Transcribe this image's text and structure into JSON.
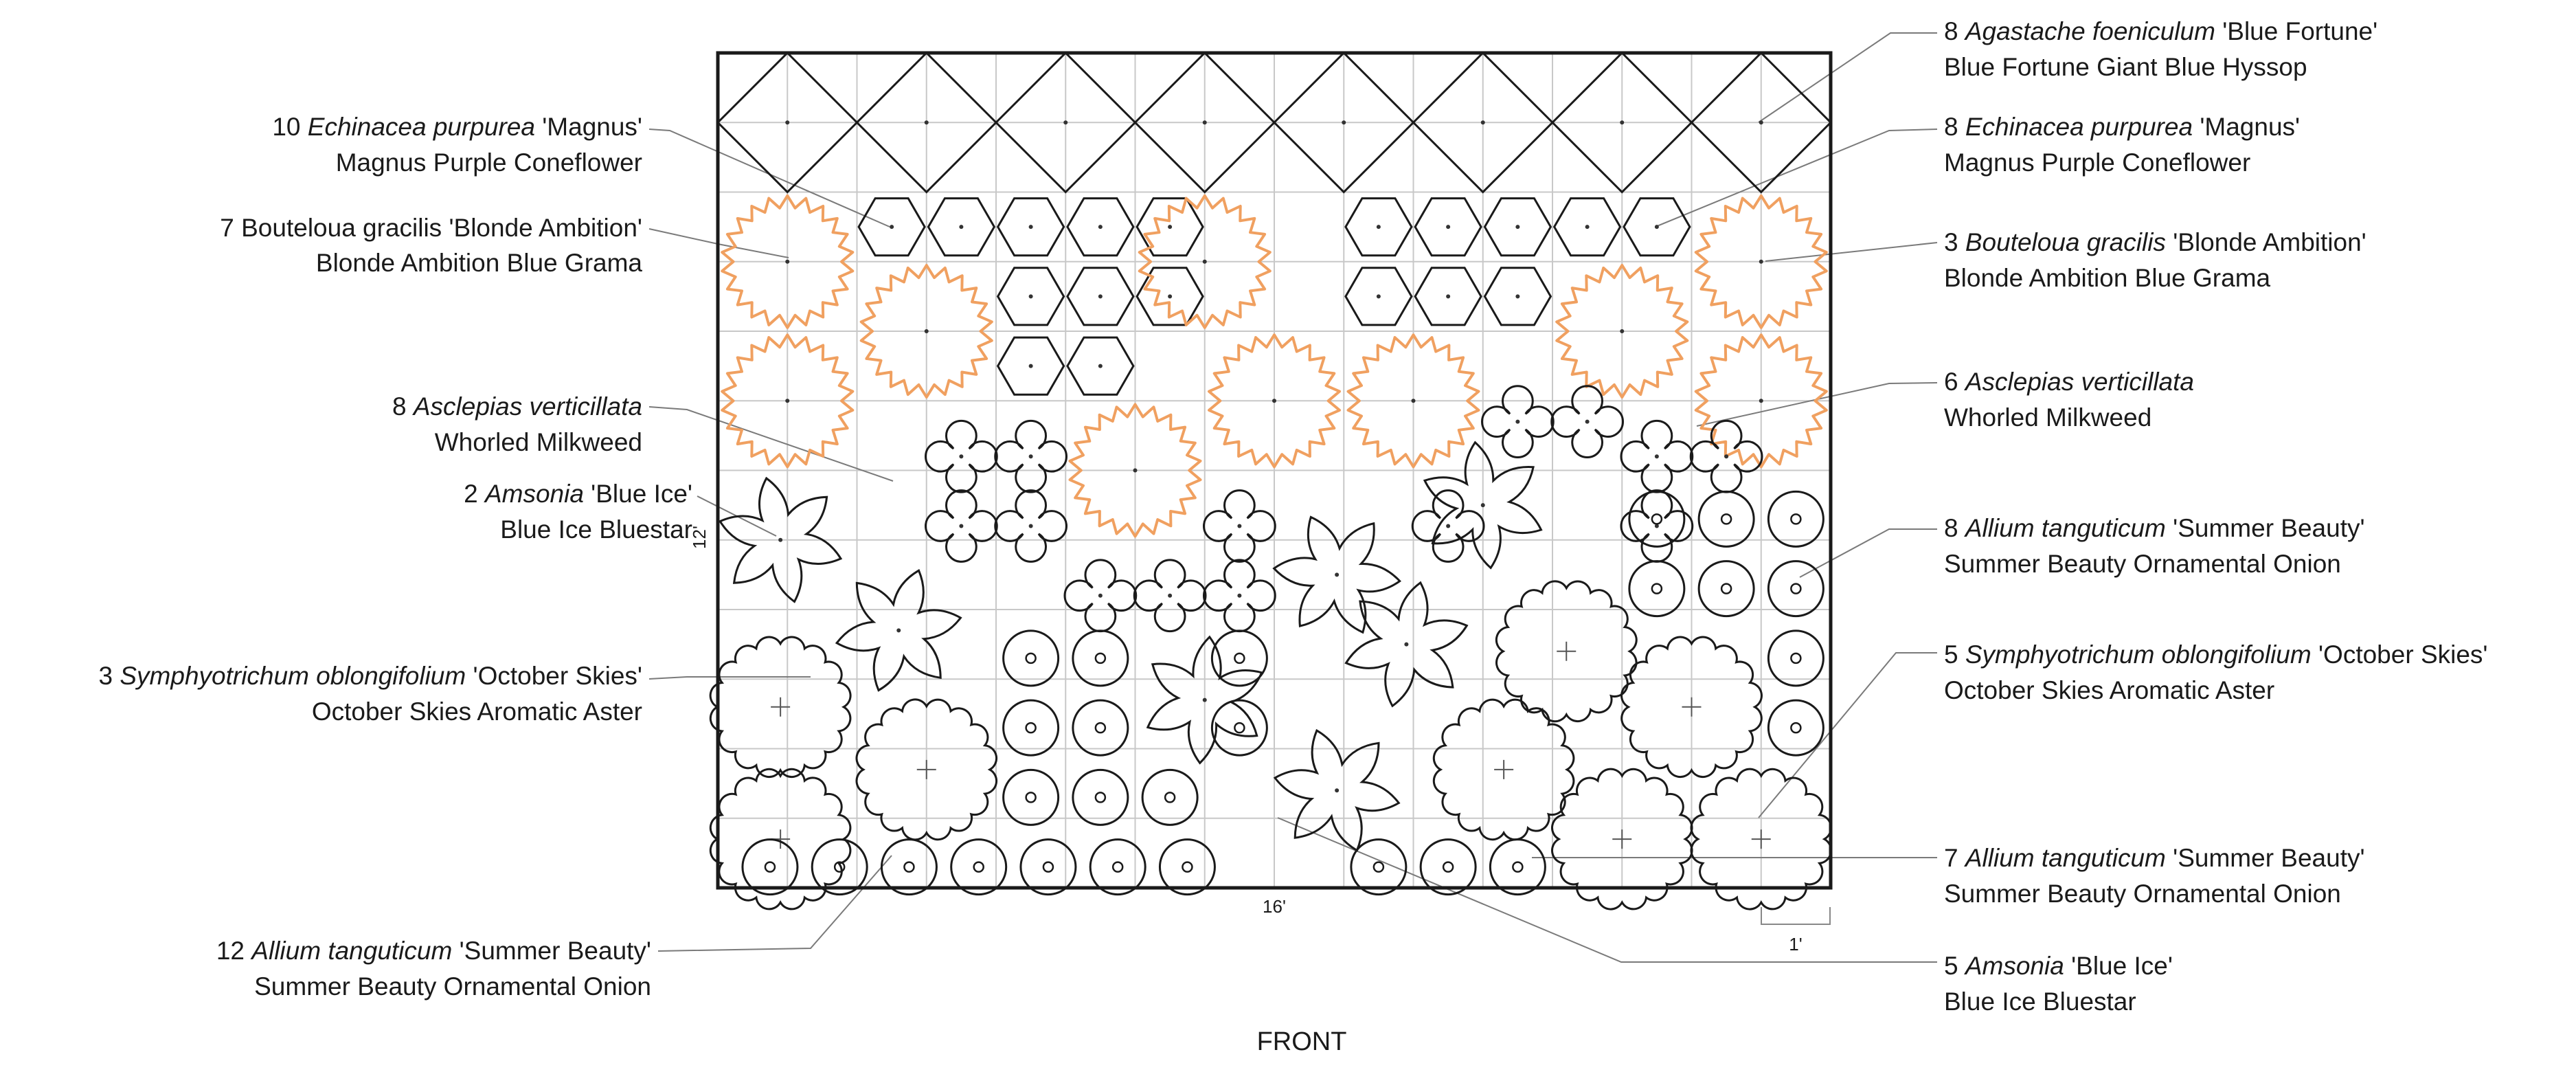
{
  "plan": {
    "front_label": "FRONT",
    "width_dim": "16'",
    "height_dim": "12'",
    "scale_dim": "1'"
  },
  "colors": {
    "line": "#1a1a1a",
    "grid": "#c8c8c8",
    "grass": "#f0a060",
    "leader": "#7a7a7a"
  },
  "labels": [
    {
      "side": "left",
      "count": "10",
      "sci": "Echinacea purpurea",
      "cultivar": "'Magnus'",
      "common": "Magnus Purple Coneflower"
    },
    {
      "side": "left",
      "count": "7",
      "sci": "",
      "cultivar": "Bouteloua gracilis 'Blonde Ambition'",
      "common": "Blonde Ambition Blue Grama"
    },
    {
      "side": "left",
      "count": "8",
      "sci": "Asclepias verticillata",
      "cultivar": "",
      "common": "Whorled Milkweed"
    },
    {
      "side": "left",
      "count": "2",
      "sci": "Amsonia",
      "cultivar": "'Blue Ice'",
      "common": "Blue Ice Bluestar"
    },
    {
      "side": "left",
      "count": "3",
      "sci": "Symphyotrichum oblongifolium",
      "cultivar": "'October Skies'",
      "common": "October Skies Aromatic Aster"
    },
    {
      "side": "left",
      "count": "12",
      "sci": "Allium tanguticum",
      "cultivar": "'Summer Beauty'",
      "common": "Summer Beauty Ornamental Onion"
    },
    {
      "side": "right",
      "count": "8",
      "sci": "Agastache foeniculum",
      "cultivar": "'Blue Fortune'",
      "common": "Blue Fortune Giant Blue Hyssop"
    },
    {
      "side": "right",
      "count": "8",
      "sci": "Echinacea purpurea",
      "cultivar": "'Magnus'",
      "common": "Magnus Purple Coneflower"
    },
    {
      "side": "right",
      "count": "3",
      "sci": "Bouteloua gracilis",
      "cultivar": "'Blonde Ambition'",
      "common": "Blonde Ambition Blue Grama"
    },
    {
      "side": "right",
      "count": "6",
      "sci": "Asclepias verticillata",
      "cultivar": "",
      "common": "Whorled Milkweed"
    },
    {
      "side": "right",
      "count": "8",
      "sci": "Allium tanguticum",
      "cultivar": "'Summer Beauty'",
      "common": "Summer Beauty Ornamental Onion"
    },
    {
      "side": "right",
      "count": "5",
      "sci": "Symphyotrichum oblongifolium",
      "cultivar": "'October Skies'",
      "common": "October Skies Aromatic Aster"
    },
    {
      "side": "right",
      "count": "7",
      "sci": "Allium tanguticum",
      "cultivar": "'Summer Beauty'",
      "common": "Summer Beauty Ornamental Onion"
    },
    {
      "side": "right",
      "count": "5",
      "sci": "Amsonia",
      "cultivar": "'Blue Ice'",
      "common": "Blue Ice Bluestar"
    }
  ]
}
